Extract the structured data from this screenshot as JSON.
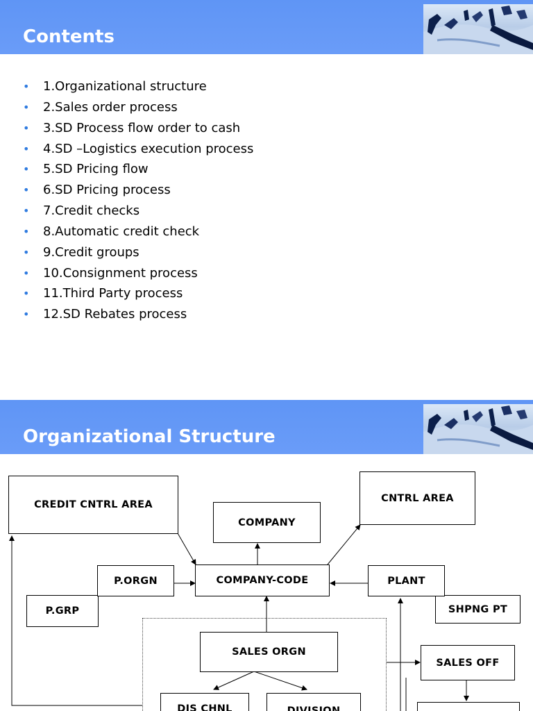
{
  "slide1": {
    "title": "Contents",
    "items": [
      "1.Organizational structure",
      "2.Sales order process",
      "3.SD Process flow order to cash",
      "4.SD –Logistics execution process",
      "5.SD Pricing flow",
      "6.SD Pricing process",
      "7.Credit checks",
      "8.Automatic credit check",
      "9.Credit groups",
      "10.Consignment process",
      "11.Third Party process",
      "12.SD Rebates process"
    ]
  },
  "slide2": {
    "title": "Organizational Structure",
    "boxes": {
      "credit_cntrl_area": "CREDIT CNTRL AREA",
      "company": "COMPANY",
      "cntrl_area": "CNTRL AREA",
      "p_orgn": "P.ORGN",
      "company_code": "COMPANY-CODE",
      "plant": "PLANT",
      "p_grp": "P.GRP",
      "shpng_pt": "SHPNG PT",
      "sales_orgn": "SALES ORGN",
      "sales_off": "SALES OFF",
      "dis_chnl": "DIS CHNL",
      "division": "DIVISION"
    }
  },
  "bullet_color": "#2f7be0",
  "banner_color": "#6a9cf8"
}
